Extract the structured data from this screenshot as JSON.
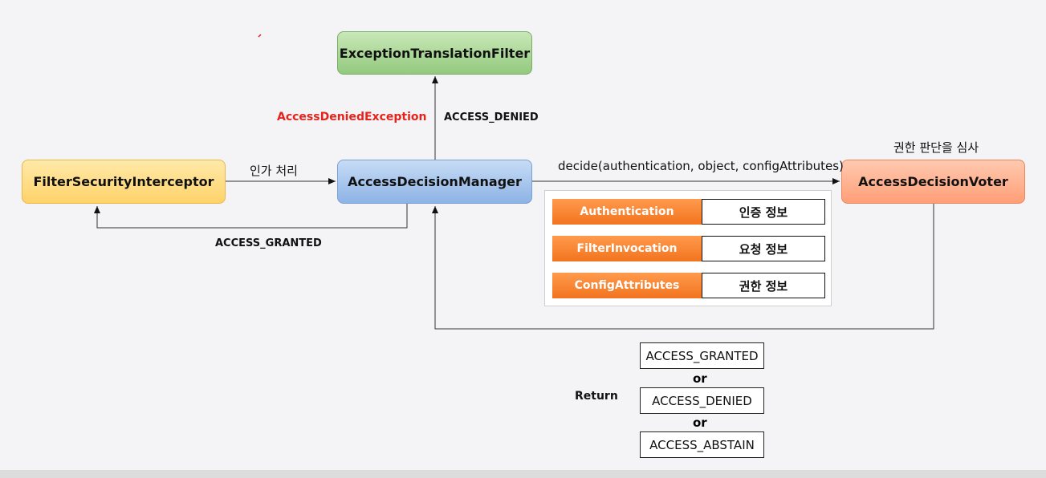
{
  "nodes": {
    "filter_security_interceptor": "FilterSecurityInterceptor",
    "access_decision_manager": "AccessDecisionManager",
    "exception_translation_filter": "ExceptionTranslationFilter",
    "access_decision_voter": "AccessDecisionVoter"
  },
  "edges": {
    "authorization_processing": "인가 처리",
    "access_granted": "ACCESS_GRANTED",
    "access_denied": "ACCESS_DENIED",
    "access_denied_exception": "AccessDeniedException",
    "decide_call": "decide(authentication, object, configAttributes)",
    "voter_caption": "권한 판단을 심사"
  },
  "decide_params": [
    {
      "name": "Authentication",
      "meaning": "인증 정보"
    },
    {
      "name": "FilterInvocation",
      "meaning": "요청 정보"
    },
    {
      "name": "ConfigAttributes",
      "meaning": "권한 정보"
    }
  ],
  "return_block": {
    "label": "Return",
    "options": [
      "ACCESS_GRANTED",
      "ACCESS_DENIED",
      "ACCESS_ABSTAIN"
    ],
    "separator": "or"
  },
  "colors": {
    "interceptor": "#ffd36a",
    "manager": "#8db3e6",
    "exception_filter": "#93c97e",
    "voter": "#ff9f77",
    "param_key": "#f2741f",
    "exception_text": "#e5231c"
  }
}
